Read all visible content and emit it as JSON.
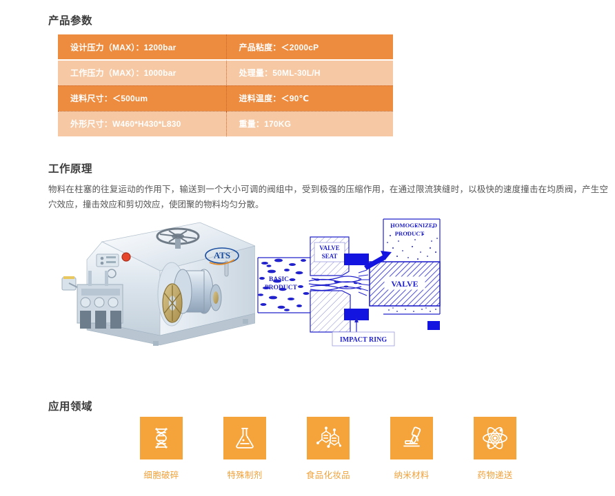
{
  "sections": {
    "params_title": "产品参数",
    "principle_title": "工作原理",
    "apps_title": "应用领域"
  },
  "spec_table": {
    "rows": [
      {
        "left": "设计压力（MAX）：1200bar",
        "right": "产品粘度：＜2000cP",
        "shade": "dark"
      },
      {
        "left": "工作压力（MAX）：1000bar",
        "right": "处理量：50ML-30L/H",
        "shade": "light"
      },
      {
        "left": "进料尺寸：＜500um",
        "right": "进料温度：＜90℃",
        "shade": "dark"
      },
      {
        "left": "外形尺寸：W460*H430*L830",
        "right": "重量：170KG",
        "shade": "light"
      }
    ]
  },
  "principle": {
    "paragraph": "物料在柱塞的往复运动的作用下，输送到一个大小可调的阀组中，受到极强的压缩作用，在通过限流狭缝时，以极快的速度撞击在均质阀，产生空穴效应，撞击效应和剪切效应，使团聚的物料均匀分散。"
  },
  "machine_photo": {
    "brand_logo": "ATS"
  },
  "diagram": {
    "labels": {
      "homogenized_product_line1": "HOMOGENIZED",
      "homogenized_product_line2": "PRODUCT",
      "valve_seat_line1": "VALVE",
      "valve_seat_line2": "SEAT",
      "basic_product_line1": "BASIC",
      "basic_product_line2": "PRODUCT",
      "valve": "VALVE",
      "impact_ring": "IMPACT RING"
    }
  },
  "applications": [
    {
      "label": "细胞破碎",
      "icon": "dna-icon"
    },
    {
      "label": "特殊制剂",
      "icon": "flask-icon"
    },
    {
      "label": "食品化妆品",
      "icon": "molecule-icon"
    },
    {
      "label": "纳米材料",
      "icon": "microscope-icon"
    },
    {
      "label": "药物递送",
      "icon": "atom-icon"
    }
  ],
  "colors": {
    "row_dark": "#ED8B3F",
    "row_light": "#F6C9A4",
    "accent_orange": "#F5A43C",
    "label_orange": "#F0A13A",
    "diagram_blue": "#2222CC",
    "heading_gray": "#3b3b3b",
    "body_gray": "#555555"
  }
}
